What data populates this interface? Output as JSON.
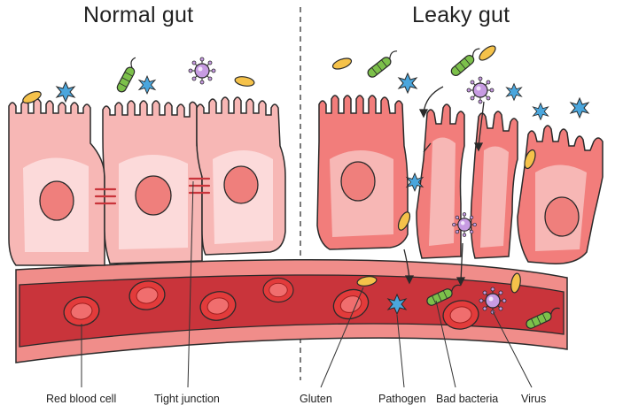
{
  "titles": {
    "left": "Normal gut",
    "right": "Leaky gut"
  },
  "labels": {
    "rbc": "Red blood cell",
    "tight": "Tight junction",
    "gluten": "Gluten",
    "pathogen": "Pathogen",
    "bacteria": "Bad bacteria",
    "virus": "Virus"
  },
  "colors": {
    "outline": "#2a2a2a",
    "cell": "#f7b7b5",
    "cell_light": "#fcdada",
    "nucleus": "#ef7f7c",
    "vessel_outer": "#f08d8a",
    "vessel_inner": "#c9343b",
    "rbc": "#e23b3b",
    "gluten": "#f5c24a",
    "bacteria": "#7cc04a",
    "pathogen": "#4aa6dd",
    "virus": "#c79be2"
  }
}
